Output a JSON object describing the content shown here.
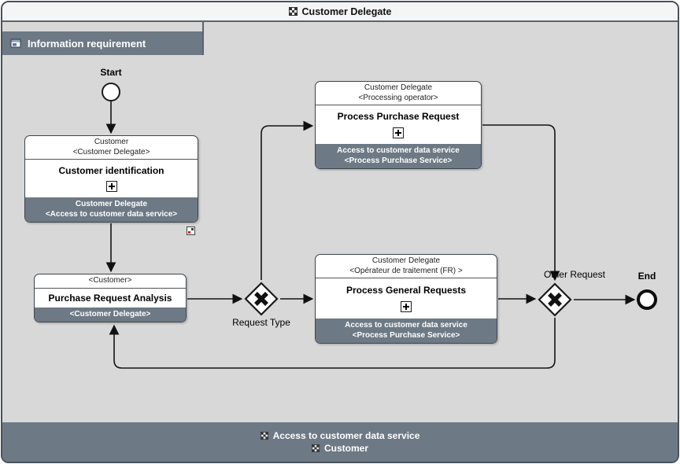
{
  "title_bar": {
    "title": "Customer Delegate"
  },
  "lane": {
    "title": "Information requirement"
  },
  "nodes": {
    "start": {
      "label": "Start"
    },
    "end": {
      "label": "End"
    },
    "request_type_gateway": {
      "label": "Request Type"
    },
    "other_request_gateway": {
      "label": "Other Request"
    },
    "customer_identification": {
      "performer": "Customer",
      "performer_sub": "<Customer Delegate>",
      "title": "Customer identification",
      "service": "Customer Delegate",
      "service_sub": "<Access to customer data service>"
    },
    "purchase_request_analysis": {
      "performer": "<Customer>",
      "title": "Purchase Request Analysis",
      "service": "<Customer Delegate>"
    },
    "process_purchase_request": {
      "performer": "Customer Delegate",
      "performer_sub": "<Processing operator>",
      "title": "Process Purchase Request",
      "service": "Access to customer data service",
      "service_sub": "<Process Purchase Service>"
    },
    "process_general_requests": {
      "performer": "Customer Delegate",
      "performer_sub": "<Opérateur de traitement (FR) >",
      "title": "Process General Requests",
      "service": "Access to customer data service",
      "service_sub": "<Process Purchase Service>"
    }
  },
  "footer": {
    "line1": "Access to customer data service",
    "line2": "Customer"
  },
  "icons": {
    "title_icon": "checkered-process-icon",
    "lane_icon": "information-requirement-icon",
    "task_marker": "subprocess-plus-icon",
    "footer_icon": "checkered-process-icon"
  },
  "colors": {
    "band": "#6d7984",
    "canvas": "#d8d8d8",
    "frame_border": "#49525a",
    "task_footer": "#6d7984"
  }
}
